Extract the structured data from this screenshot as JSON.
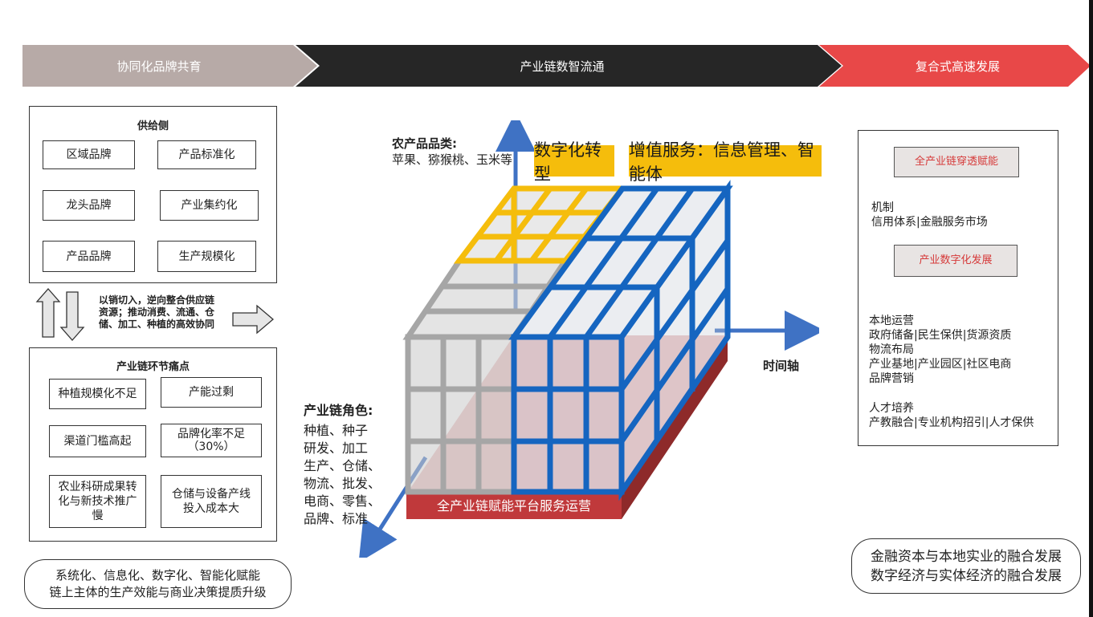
{
  "banners": [
    {
      "label": "协同化品牌共育",
      "color": "#b7aaa7"
    },
    {
      "label": "产业链数智流通",
      "color": "#262626"
    },
    {
      "label": "复合式高速发展",
      "color": "#e84848"
    }
  ],
  "supply": {
    "title": "供给侧",
    "items": [
      "区域品牌",
      "产品标准化",
      "龙头品牌",
      "产业集约化",
      "产品品牌",
      "生产规模化"
    ]
  },
  "middle_note": {
    "lines": [
      "以销切入，逆向整合供应链",
      "资源；推动消费、流通、仓",
      "储、加工、种植的高效协同"
    ]
  },
  "pain": {
    "title": "产业链环节痛点",
    "items": [
      [
        "种植规模化不足"
      ],
      [
        "产能过剩"
      ],
      [
        "渠道门槛高起"
      ],
      [
        "品牌化率不足",
        "（30%）"
      ],
      [
        "农业科研成果转",
        "化与新技术推广",
        "慢"
      ],
      [
        "仓储与设备产线",
        "投入成本大"
      ]
    ]
  },
  "bottom_left": [
    "系统化、信息化、数字化、智能化赋能",
    "链上主体的生产效能与商业决策提质升级"
  ],
  "cube": {
    "category_title": "农产品品类:",
    "category_text": "苹果、猕猴桃、玉米等",
    "tag1": "数字化转型",
    "tag2": "增值服务：信息管理、智能体",
    "base_label": "全产业链赋能平台服务运营",
    "time_axis": "时间轴",
    "roles_title": "产业链角色:",
    "roles": [
      "种植、种子",
      "研发、加工",
      "生产、仓储、",
      "物流、批发、",
      "电商、零售、",
      "品牌、标准"
    ],
    "colors": {
      "yellow": "#f5bd0c",
      "blue": "#1565c0",
      "gray": "#9e9e9e",
      "base": "#c0393b",
      "arrow": "#3f72c4"
    }
  },
  "right": {
    "button1": "全产业链穿透赋能",
    "mech_title": "机制",
    "mech_text": "信用体系|金融服务市场",
    "button2": "产业数字化发展",
    "local_title": "本地运营",
    "local_lines": [
      "政府储备|民生保供|货源资质",
      "物流布局",
      "产业基地|产业园区|社区电商",
      "品牌营销"
    ],
    "talent_title": "人才培养",
    "talent_text": "产教融合|专业机构招引|人才保供"
  },
  "bottom_right": [
    "金融资本与本地实业的融合发展",
    "数字经济与实体经济的融合发展"
  ]
}
